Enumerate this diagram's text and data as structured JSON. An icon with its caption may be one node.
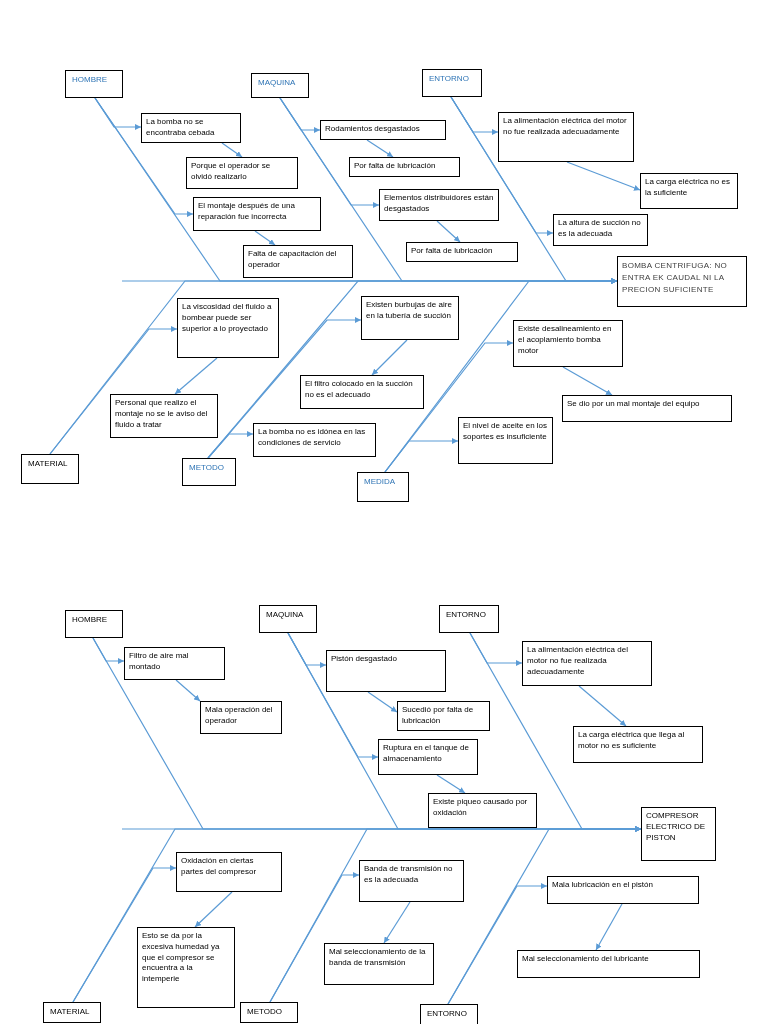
{
  "diagram": {
    "nodes": [
      {
        "text": [
          "HOMBRE"
        ]
      },
      {
        "text": [
          "MAQUINA"
        ]
      },
      {
        "text": [
          "ENTORNO"
        ]
      },
      {
        "text": [
          "La bomba no se encontraba cebada"
        ]
      },
      {
        "text": [
          "Porque el operador se olvidó realizarlo"
        ]
      },
      {
        "text": [
          "El montaje después de una reparación fue incorrecta"
        ]
      },
      {
        "text": [
          "Falta de capacitación del operador"
        ]
      },
      {
        "text": [
          "Rodamientos desgastados"
        ]
      },
      {
        "text": [
          "Por falta de lubricación"
        ]
      },
      {
        "text": [
          "Elementos distribuidores están desgastados"
        ]
      },
      {
        "text": [
          "Por falta de lubricación"
        ]
      },
      {
        "text": [
          "La alimentación eléctrica del motor no fue realizada adecuadamente"
        ]
      },
      {
        "text": [
          "La carga eléctrica no es la suficiente"
        ]
      },
      {
        "text": [
          "La altura de succión no es la adecuada"
        ]
      },
      {
        "text": [
          "BOMBA CENTRIFUGA: NO ENTRA EK CAUDAL NI LA PRECION SUFICIENTE"
        ]
      },
      {
        "text": [
          "La viscosidad del fluido a bombear puede ser superior a lo proyectado"
        ]
      },
      {
        "text": [
          "Personal que realizo el montaje no se le aviso del fluido a tratar"
        ]
      },
      {
        "text": [
          "Existen burbujas de aire en la tubería de succión"
        ]
      },
      {
        "text": [
          "El filtro colocado en la succión no es el adecuado"
        ]
      },
      {
        "text": [
          "La bomba no es idónea en las condiciones de servicio"
        ]
      },
      {
        "text": [
          "Existe desalineamiento en el acoplamiento bomba motor"
        ]
      },
      {
        "text": [
          "Se dio por un mal montaje del equipo"
        ]
      },
      {
        "text": [
          "El nivel de aceite en los soportes es insuficiente"
        ]
      },
      {
        "text": [
          "MATERIAL"
        ]
      },
      {
        "text": [
          "METODO"
        ]
      },
      {
        "text": [
          "MEDIDA"
        ]
      },
      {
        "text": [
          "HOMBRE"
        ]
      },
      {
        "text": [
          "MAQUINA"
        ]
      },
      {
        "text": [
          "ENTORNO"
        ]
      },
      {
        "text": [
          "Filtro de aire mal montado"
        ]
      },
      {
        "text": [
          "Mala operación del operador"
        ]
      },
      {
        "text": [
          "Pistón desgastado"
        ]
      },
      {
        "text": [
          "Sucedió por falta de lubricación"
        ]
      },
      {
        "text": [
          "Ruptura en el tanque de almacenamiento"
        ]
      },
      {
        "text": [
          "Existe piqueo causado por oxidación"
        ]
      },
      {
        "text": [
          "La alimentación eléctrica del motor no fue realizada adecuadamente"
        ]
      },
      {
        "text": [
          "La carga eléctrica que llega al motor no es suficiente"
        ]
      },
      {
        "text": [
          "COMPRESOR ELECTRICO DE PISTON"
        ]
      },
      {
        "text": [
          "Oxidación en ciertas partes del compresor"
        ]
      },
      {
        "text": [
          "Esto se da por la excesiva humedad ya que el compresor se encuentra a la intemperie"
        ]
      },
      {
        "text": [
          "Banda de transmisión no es la adecuada"
        ]
      },
      {
        "text": [
          "Mal seleccionamiento de la banda de transmisión"
        ]
      },
      {
        "text": [
          "Mala lubricación en el pistón"
        ]
      },
      {
        "text": [
          "Mal seleccionamiento del lubricante"
        ]
      },
      {
        "text": [
          "MATERIAL"
        ]
      },
      {
        "text": [
          "METODO"
        ]
      },
      {
        "text": [
          "ENTORNO"
        ]
      }
    ],
    "edges": [
      {
        "from": 0,
        "to": 14,
        "arrow": "to"
      },
      {
        "from": 0,
        "to": 3,
        "arrow": "to"
      },
      {
        "from": 3,
        "to": 4,
        "arrow": "to"
      },
      {
        "from": 0,
        "to": 5,
        "arrow": "to"
      },
      {
        "from": 5,
        "to": 6,
        "arrow": "to"
      },
      {
        "from": 1,
        "to": 14,
        "arrow": "to"
      },
      {
        "from": 1,
        "to": 7,
        "arrow": "to"
      },
      {
        "from": 7,
        "to": 8,
        "arrow": "to"
      },
      {
        "from": 1,
        "to": 9,
        "arrow": "to"
      },
      {
        "from": 9,
        "to": 10,
        "arrow": "to"
      },
      {
        "from": 2,
        "to": 14,
        "arrow": "to"
      },
      {
        "from": 2,
        "to": 11,
        "arrow": "to"
      },
      {
        "from": 11,
        "to": 12,
        "arrow": "to"
      },
      {
        "from": 2,
        "to": 13,
        "arrow": "to"
      },
      {
        "from": 23,
        "to": 14,
        "arrow": "to"
      },
      {
        "from": 23,
        "to": 15,
        "arrow": "to"
      },
      {
        "from": 15,
        "to": 16,
        "arrow": "to"
      },
      {
        "from": 24,
        "to": 14,
        "arrow": "to"
      },
      {
        "from": 24,
        "to": 17,
        "arrow": "to"
      },
      {
        "from": 17,
        "to": 18,
        "arrow": "to"
      },
      {
        "from": 24,
        "to": 19,
        "arrow": "to"
      },
      {
        "from": 25,
        "to": 14,
        "arrow": "to"
      },
      {
        "from": 25,
        "to": 20,
        "arrow": "to"
      },
      {
        "from": 20,
        "to": 21,
        "arrow": "to"
      },
      {
        "from": 25,
        "to": 22,
        "arrow": "to"
      },
      {
        "from": null,
        "to": 14,
        "arrow": "to"
      },
      {
        "from": 26,
        "to": 37,
        "arrow": "to"
      },
      {
        "from": 26,
        "to": 29,
        "arrow": "to"
      },
      {
        "from": 29,
        "to": 30,
        "arrow": "to"
      },
      {
        "from": 27,
        "to": 37,
        "arrow": "to"
      },
      {
        "from": 27,
        "to": 31,
        "arrow": "to"
      },
      {
        "from": 31,
        "to": 32,
        "arrow": "to"
      },
      {
        "from": 27,
        "to": 33,
        "arrow": "to"
      },
      {
        "from": 33,
        "to": 34,
        "arrow": "to"
      },
      {
        "from": 28,
        "to": 37,
        "arrow": "to"
      },
      {
        "from": 28,
        "to": 35,
        "arrow": "to"
      },
      {
        "from": 35,
        "to": 36,
        "arrow": "to"
      },
      {
        "from": 44,
        "to": 37,
        "arrow": "to"
      },
      {
        "from": 44,
        "to": 38,
        "arrow": "to"
      },
      {
        "from": 38,
        "to": 39,
        "arrow": "to"
      },
      {
        "from": 45,
        "to": 37,
        "arrow": "to"
      },
      {
        "from": 45,
        "to": 40,
        "arrow": "to"
      },
      {
        "from": 40,
        "to": 41,
        "arrow": "to"
      },
      {
        "from": 46,
        "to": 37,
        "arrow": "to"
      },
      {
        "from": 46,
        "to": 42,
        "arrow": "to"
      },
      {
        "from": 42,
        "to": 43,
        "arrow": "to"
      },
      {
        "from": null,
        "to": 37,
        "arrow": "to"
      }
    ]
  }
}
